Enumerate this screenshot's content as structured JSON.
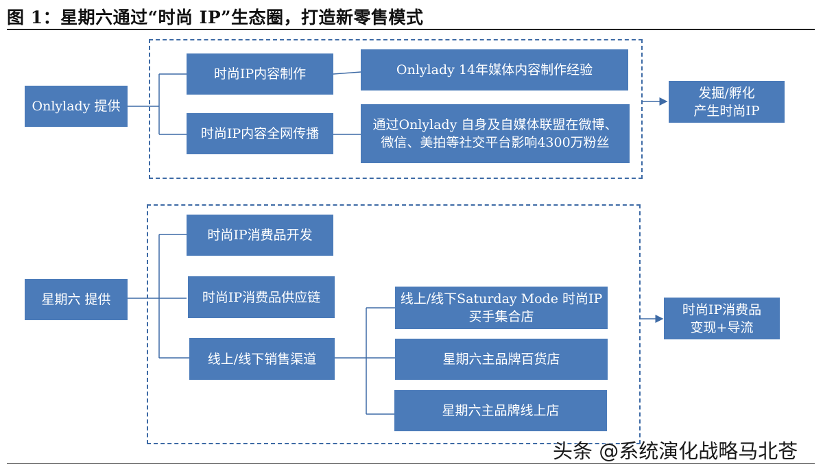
{
  "title": "图 1：星期六通过“时尚 IP”生态圈，打造新零售模式",
  "top_group": {
    "source": "Onlylady 提供",
    "steps": [
      "时尚IP内容制作",
      "时尚IP内容全网传播"
    ],
    "details": [
      "Onlylady 14年媒体内容制作经验",
      "通过Onlylady 自身及自媒体联盟在微博、",
      "微信、美拍等社交平台影响4300万粉丝"
    ],
    "outcome": [
      "发掘/孵化",
      "产生时尚IP"
    ]
  },
  "bottom_group": {
    "source": "星期六 提供",
    "steps": [
      "时尚IP消费品开发",
      "时尚IP消费品供应链",
      "线上/线下销售渠道"
    ],
    "channels": [
      "线上/线下Saturday Mode 时尚IP",
      "买手集合店",
      "星期六主品牌百货店",
      "星期六主品牌线上店"
    ],
    "outcome": [
      "时尚IP消费品",
      "变现+导流"
    ]
  },
  "watermark": "头条 @系统演化战略马北苍",
  "colors": {
    "box_fill": "#4b7bb9",
    "dash_border": "#3d6aa5",
    "connector": "#3d6aa5"
  }
}
